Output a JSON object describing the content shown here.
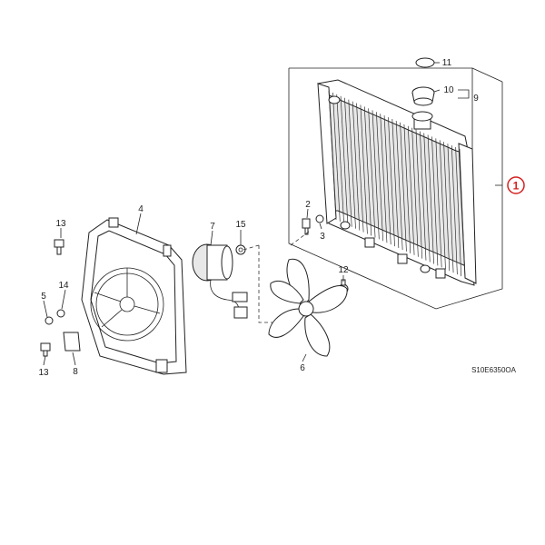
{
  "diagram": {
    "diagram_code": "S10E6350OA",
    "highlight_color": "#d42020",
    "callouts": [
      {
        "id": "c1",
        "label": "1",
        "highlighted": true
      },
      {
        "id": "c2",
        "label": "2"
      },
      {
        "id": "c3",
        "label": "3"
      },
      {
        "id": "c4",
        "label": "4"
      },
      {
        "id": "c5",
        "label": "5"
      },
      {
        "id": "c6",
        "label": "6"
      },
      {
        "id": "c7",
        "label": "7"
      },
      {
        "id": "c8",
        "label": "8"
      },
      {
        "id": "c9",
        "label": "9"
      },
      {
        "id": "c10",
        "label": "10"
      },
      {
        "id": "c11",
        "label": "11"
      },
      {
        "id": "c12",
        "label": "12"
      },
      {
        "id": "c13a",
        "label": "13"
      },
      {
        "id": "c13b",
        "label": "13"
      },
      {
        "id": "c14",
        "label": "14"
      },
      {
        "id": "c15",
        "label": "15"
      }
    ]
  }
}
